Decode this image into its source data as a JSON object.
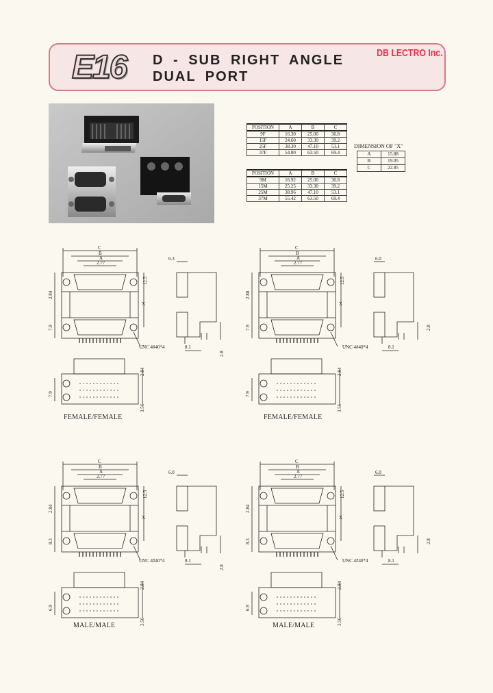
{
  "header": {
    "code": "E16",
    "title_line1": "D - SUB  RIGHT  ANGLE",
    "title_line2": "DUAL  PORT",
    "brand": "DB LECTRO Inc."
  },
  "female_table": {
    "headers": [
      "POSITION",
      "A",
      "B",
      "C"
    ],
    "rows": [
      [
        "9F",
        "16.30",
        "25.00",
        "30.8"
      ],
      [
        "15F",
        "24.60",
        "33.30",
        "39.2"
      ],
      [
        "25F",
        "38.30",
        "47.10",
        "53.1"
      ],
      [
        "37F",
        "54.80",
        "63.50",
        "69.4"
      ]
    ]
  },
  "male_table": {
    "headers": [
      "POSITION",
      "A",
      "B",
      "C"
    ],
    "rows": [
      [
        "9M",
        "16.92",
        "25.00",
        "30.8"
      ],
      [
        "15M",
        "25.25",
        "33.30",
        "39.2"
      ],
      [
        "25M",
        "38.96",
        "47.10",
        "53.1"
      ],
      [
        "37M",
        "55.42",
        "63.50",
        "69.4"
      ]
    ]
  },
  "dimension_x": {
    "caption": "DIMENSION  OF  \"X\"",
    "rows": [
      [
        "A",
        "15.88"
      ],
      [
        "B",
        "19.05"
      ],
      [
        "C",
        "22.85"
      ]
    ]
  },
  "drawings": [
    {
      "caption": "FEMALE/FEMALE",
      "dims": {
        "c": "C",
        "b": "B",
        "a": "A",
        "pitch": "2.77",
        "height_top": "12.5",
        "left_height": "2.84",
        "x": "X",
        "bottom_left": "7.9",
        "side_depth": "6.3",
        "side_offset": "8.1",
        "pin_len": "2.8",
        "screw": "UNC 4#40*4",
        "front_pitch": "2.84",
        "front_height": "7.9",
        "front_bottom": "3.56"
      }
    },
    {
      "caption": "FEMALE/FEMALE",
      "dims": {
        "c": "C",
        "b": "B",
        "a": "A",
        "pitch": "2.77",
        "height_top": "12.5",
        "left_height": "2.88",
        "x": "X",
        "bottom_left": "7.9",
        "side_depth": "6.0",
        "side_offset": "8.1",
        "pin_len": "2.8",
        "screw": "UNC 4#40*4",
        "front_pitch": "2.84",
        "front_height": "7.9",
        "front_bottom": "3.56"
      }
    },
    {
      "caption": "MALE/MALE",
      "dims": {
        "c": "C",
        "b": "B",
        "a": "A",
        "pitch": "2.77",
        "height_top": "12.5",
        "left_height": "2.84",
        "x": "X",
        "bottom_left": "8.3",
        "side_depth": "6.0",
        "side_offset": "8.1",
        "pin_len": "2.8",
        "screw": "UNC 4#40*4",
        "front_pitch": "2.84",
        "front_height": "6.9",
        "front_bottom": "3.56"
      }
    },
    {
      "caption": "MALE/MALE",
      "dims": {
        "c": "C",
        "b": "B",
        "a": "A",
        "pitch": "2.77",
        "height_top": "12.5",
        "left_height": "2.84",
        "x": "X",
        "bottom_left": "8.3",
        "side_depth": "6.0",
        "side_offset": "8.1",
        "pin_len": "2.8",
        "screw": "UNC 4#40*4",
        "front_pitch": "2.84",
        "front_height": "6.9",
        "front_bottom": "3.56"
      }
    }
  ]
}
